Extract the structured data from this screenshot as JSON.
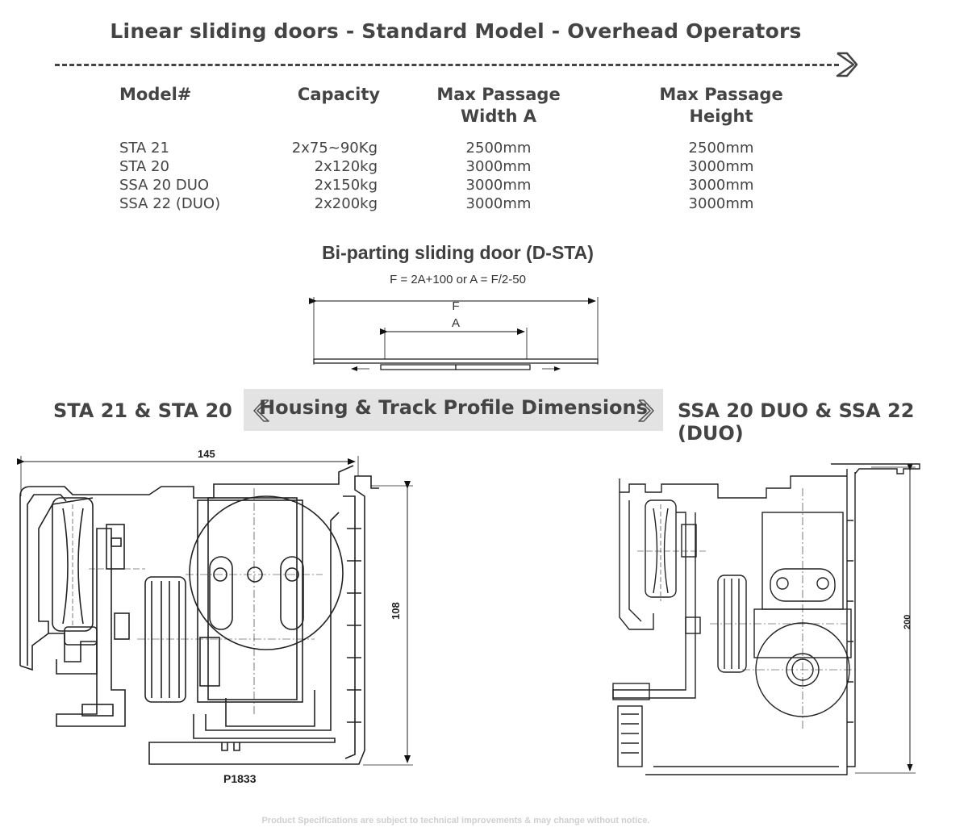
{
  "title": "Linear sliding doors - Standard Model - Overhead Operators",
  "table": {
    "headers": {
      "model": "Model#",
      "capacity": "Capacity",
      "width_line1": "Max Passage",
      "width_line2": "Width A",
      "height_line1": "Max Passage",
      "height_line2": "Height"
    },
    "rows": [
      {
        "model": "STA 21",
        "capacity": "2x75~90Kg",
        "width": "2500mm",
        "height": "2500mm"
      },
      {
        "model": "STA 20",
        "capacity": "2x120kg",
        "width": "3000mm",
        "height": "3000mm"
      },
      {
        "model": "SSA 20 DUO",
        "capacity": "2x150kg",
        "width": "3000mm",
        "height": "3000mm"
      },
      {
        "model": "SSA 22 (DUO)",
        "capacity": "2x200kg",
        "width": "3000mm",
        "height": "3000mm"
      }
    ]
  },
  "biparting": {
    "title": "Bi-parting sliding door (D-STA)",
    "formula": "F = 2A+100 or A = F/2-50",
    "label_f": "F",
    "label_a": "A"
  },
  "profiles": {
    "left_label": "STA 21 & STA 20",
    "banner": "Housing & Track Profile Dimensions",
    "right_label": "SSA 20 DUO & SSA 22 (DUO)",
    "left_width_dim": "145",
    "left_height_dim": "108",
    "left_part_no": "P1833",
    "right_height_dim": "200"
  },
  "footer": "Product Specifications are subject to technical improvements & may change without notice."
}
